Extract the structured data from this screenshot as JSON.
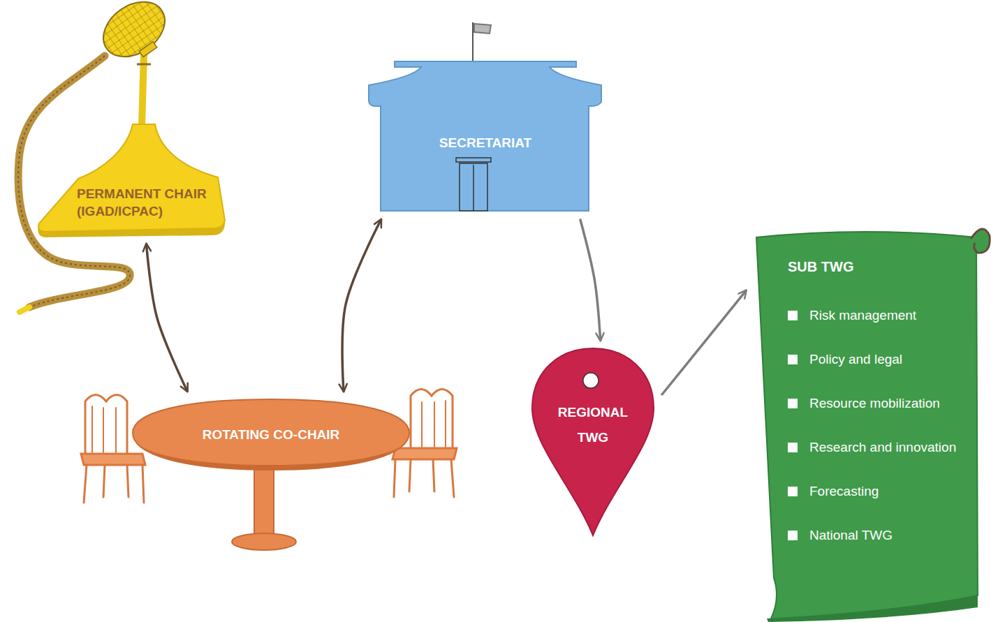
{
  "diagram": {
    "nodes": [
      {
        "text": [
          "PERMANENT CHAIR (IGAD/ICPAC)"
        ]
      },
      {
        "text": [
          "SECRETARIAT"
        ]
      },
      {
        "text": [
          "ROTATING CO-CHAIR"
        ]
      },
      {
        "text": [
          "REGIONAL TWG"
        ]
      },
      {
        "text": [
          "SUB TWG",
          "Risk management",
          "Policy and legal",
          "Resource mobilization",
          "Research and innovation",
          "Forecasting",
          "National TWG"
        ]
      }
    ],
    "edges": [
      {
        "from": 0,
        "to": 2,
        "arrow": "both"
      },
      {
        "from": 2,
        "to": 1,
        "arrow": "both"
      },
      {
        "from": 1,
        "to": 3,
        "arrow": "to"
      },
      {
        "from": 3,
        "to": 4,
        "arrow": "to"
      }
    ]
  }
}
